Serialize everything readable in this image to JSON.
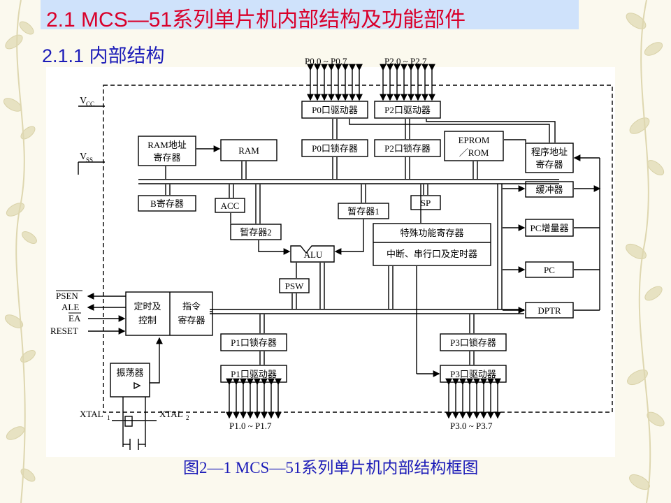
{
  "header": {
    "title": "2.1 MCS—51系列单片机内部结构及功能部件",
    "section": "2.1.1 内部结构"
  },
  "figure": {
    "caption": "图2—1  MCS—51系列单片机内部结构框图"
  },
  "diagram": {
    "port_labels": {
      "p0_pins": "P0.0 ~ P0.7",
      "p2_pins": "P2.0 ~ P2.7",
      "p1_pins": "P1.0 ~ P1.7",
      "p3_pins": "P3.0 ~ P3.7"
    },
    "power": {
      "vcc": "V",
      "vcc_sub": "CC",
      "vss": "V",
      "vss_sub": "SS"
    },
    "blocks": {
      "p0_driver": "P0口驱动器",
      "p2_driver": "P2口驱动器",
      "p0_latch": "P0口锁存器",
      "p2_latch": "P2口锁存器",
      "eprom_line1": "EPROM",
      "eprom_line2": "／ROM",
      "ram_addr_line1": "RAM地址",
      "ram_addr_line2": "寄存器",
      "ram": "RAM",
      "pc_addr_line1": "程序地址",
      "pc_addr_line2": "寄存器",
      "b_reg": "B寄存器",
      "acc": "ACC",
      "sp": "SP",
      "temp1": "暂存器1",
      "temp2": "暂存器2",
      "buffer": "缓冲器",
      "alu": "ALU",
      "sfr_line1": "特殊功能寄存器",
      "sfr_line2": "中断、串行口及定时器",
      "pc_inc": "PC增量器",
      "psw": "PSW",
      "pc": "PC",
      "timing_line1": "定时及",
      "timing_line2": "控制",
      "instr_line1": "指令",
      "instr_line2": "寄存器",
      "dptr": "DPTR",
      "p1_latch": "P1口锁存器",
      "p3_latch": "P3口锁存器",
      "p1_driver": "P1口驱动器",
      "p3_driver": "P3口驱动器",
      "oscillator": "振荡器"
    },
    "signals": {
      "psen": "PSEN",
      "ale": "ALE",
      "ea": "EA",
      "reset": "RESET",
      "xtal1": "XTAL",
      "xtal1_sub": "1",
      "xtal2": "XTAL",
      "xtal2_sub": "2"
    }
  }
}
